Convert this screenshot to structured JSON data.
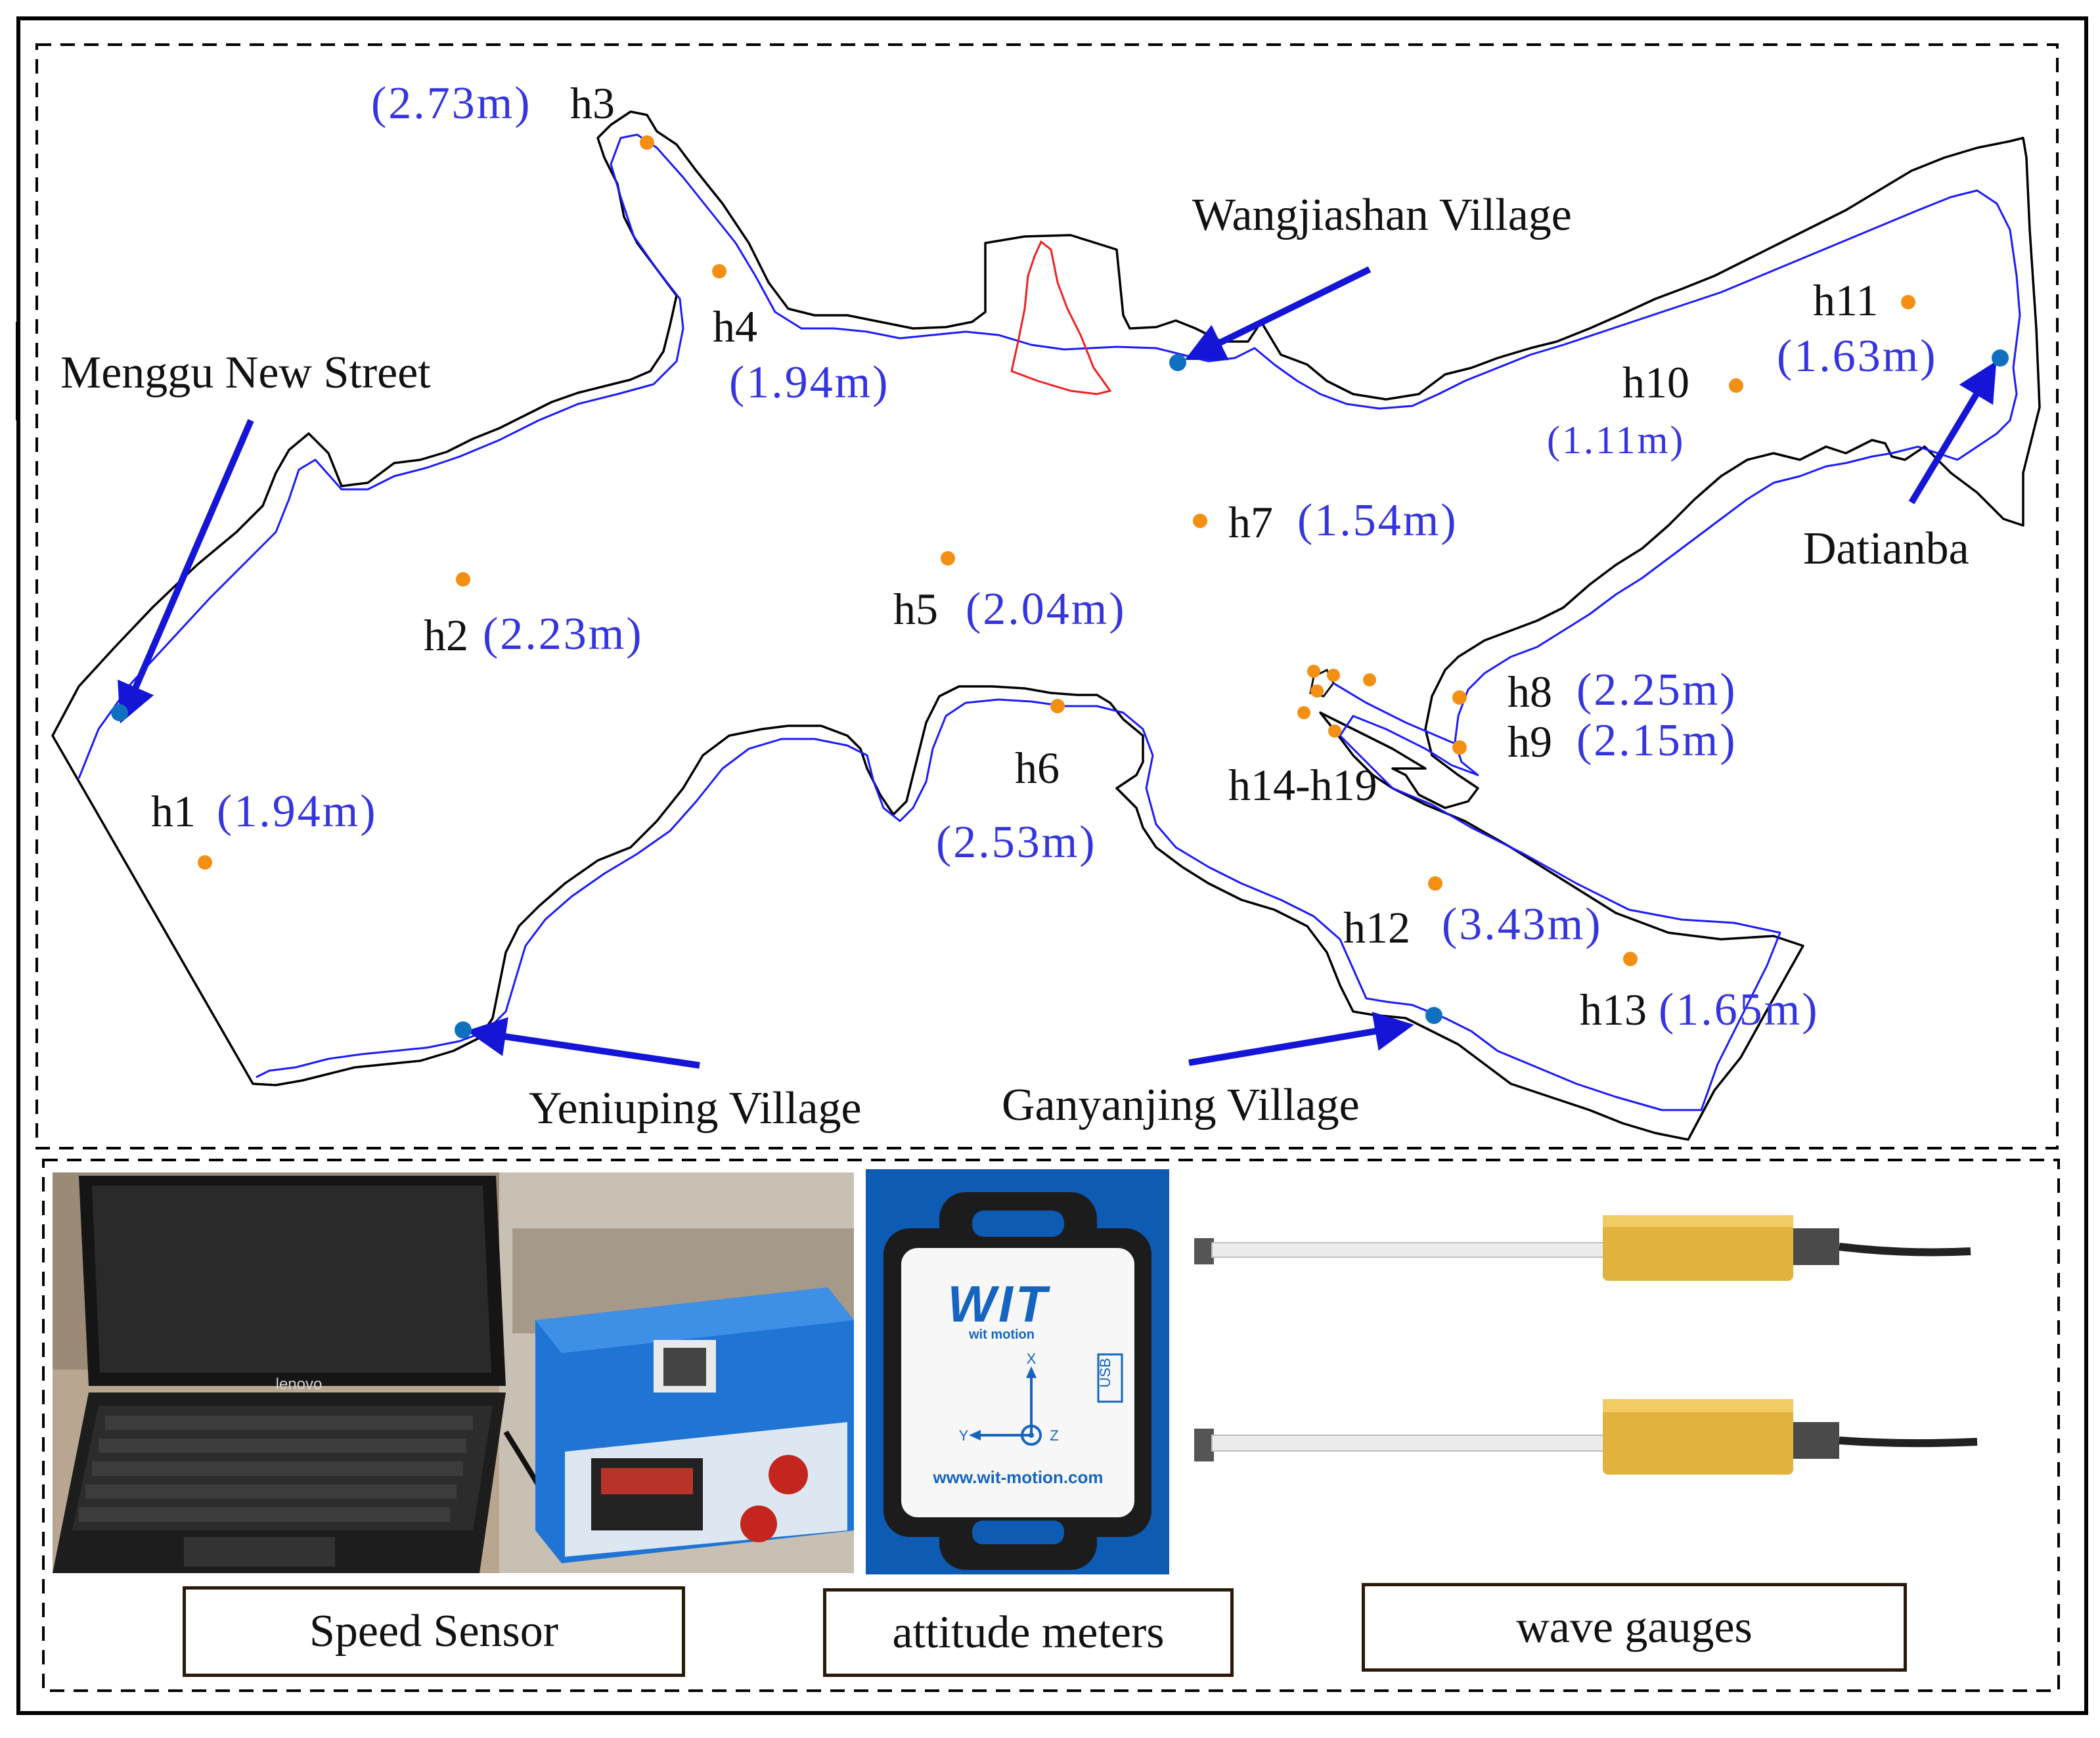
{
  "map": {
    "stations": [
      {
        "id": "h1",
        "name": "h1",
        "height": "(1.94m)"
      },
      {
        "id": "h2",
        "name": "h2",
        "height": "(2.23m)"
      },
      {
        "id": "h3",
        "name": "h3",
        "height": "(2.73m)"
      },
      {
        "id": "h4",
        "name": "h4",
        "height": "(1.94m)"
      },
      {
        "id": "h5",
        "name": "h5",
        "height": "(2.04m)"
      },
      {
        "id": "h6",
        "name": "h6",
        "height": "(2.53m)"
      },
      {
        "id": "h7",
        "name": "h7",
        "height": "(1.54m)"
      },
      {
        "id": "h8",
        "name": "h8",
        "height": "(2.25m)"
      },
      {
        "id": "h9",
        "name": "h9",
        "height": "(2.15m)"
      },
      {
        "id": "h10",
        "name": "h10",
        "height": "(1.11m)"
      },
      {
        "id": "h11",
        "name": "h11",
        "height": "(1.63m)"
      },
      {
        "id": "h12",
        "name": "h12",
        "height": "(3.43m)"
      },
      {
        "id": "h13",
        "name": "h13",
        "height": "(1.65m)"
      },
      {
        "id": "h14-h19",
        "name": "h14-h19",
        "height": ""
      }
    ],
    "villages": {
      "menggu": "Menggu New Street",
      "wangjiashan": "Wangjiashan Village",
      "datianba": "Datianba",
      "yeniuping": "Yeniuping Village",
      "ganyanjing": "Ganyanjing Village"
    },
    "colors": {
      "terrain_outline": "#000000",
      "water_line": "#1a1aff",
      "gauge_point": "#f39014",
      "village_point": "#1070c0",
      "arrow": "#1515d8",
      "height_label": "#3535e0",
      "landslide_outline": "#ee2020"
    }
  },
  "instruments": {
    "speed_sensor": {
      "label": "Speed Sensor",
      "laptop_brand": "lenovo"
    },
    "attitude_meter": {
      "label": "attitude meters",
      "logo": "WIT",
      "logo_sub": "wit motion",
      "usb": "USB",
      "axis_x": "X",
      "axis_y": "Y",
      "axis_z": "Z",
      "url": "www.wit-motion.com"
    },
    "wave_gauges": {
      "label": "wave gauges"
    }
  }
}
